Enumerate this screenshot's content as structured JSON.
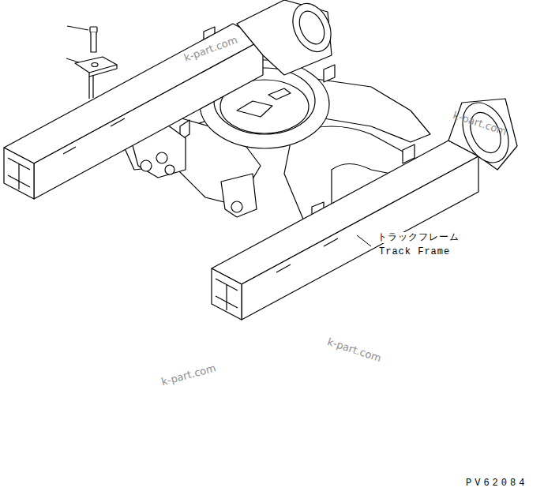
{
  "diagram": {
    "labels": [
      "トラックフレーム",
      "Track Frame",
      "k-part.com",
      "k-part.com",
      "k-part.com",
      "k-part.com",
      "PV62084"
    ]
  }
}
